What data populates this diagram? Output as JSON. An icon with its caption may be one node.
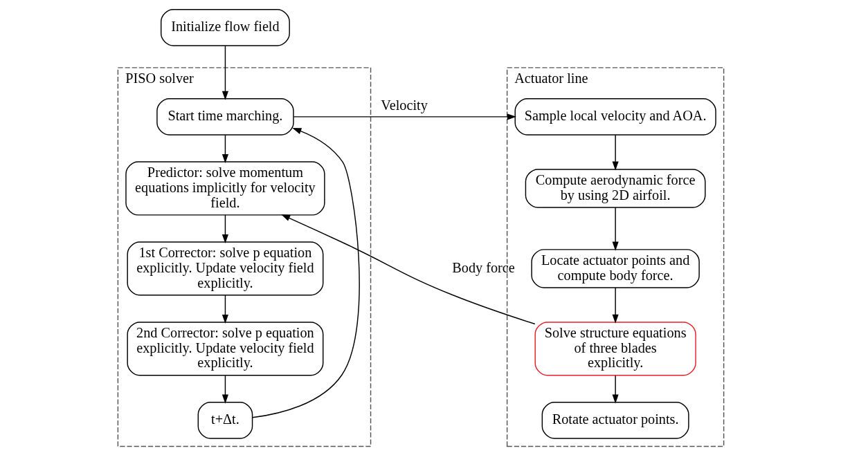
{
  "diagram": {
    "nodes": [
      {
        "text": [
          "Initialize flow field"
        ]
      },
      {
        "text": [
          "PISO solver"
        ]
      },
      {
        "text": [
          "Start time marching."
        ],
        "in": 1
      },
      {
        "text": [
          "Predictor: solve momentum equations implicitly for velocity field."
        ],
        "in": 1
      },
      {
        "text": [
          "1st Corrector: solve p equation explicitly. Update velocity field explicitly."
        ],
        "in": 1
      },
      {
        "text": [
          "2nd Corrector: solve p equation explicitly. Update velocity field explicitly."
        ],
        "in": 1
      },
      {
        "text": [
          "t+Δt."
        ],
        "in": 1
      },
      {
        "text": [
          "Actuator line"
        ]
      },
      {
        "text": [
          "Sample local velocity and AOA."
        ],
        "in": 7
      },
      {
        "text": [
          "Compute aerodynamic force by using 2D airfoil."
        ],
        "in": 7
      },
      {
        "text": [
          "Locate actuator points and compute body force."
        ],
        "in": 7
      },
      {
        "text": [
          "Solve structure equations of three blades explicitly."
        ],
        "in": 7
      },
      {
        "text": [
          "Rotate actuator points."
        ],
        "in": 7
      }
    ],
    "edges": [
      {
        "from": 0,
        "to": 2,
        "arrow": "to"
      },
      {
        "from": 2,
        "to": 3,
        "arrow": "to"
      },
      {
        "from": 3,
        "to": 4,
        "arrow": "to"
      },
      {
        "from": 4,
        "to": 5,
        "arrow": "to"
      },
      {
        "from": 5,
        "to": 6,
        "arrow": "to"
      },
      {
        "from": 6,
        "to": 2,
        "arrow": "to"
      },
      {
        "from": 2,
        "to": 8,
        "arrow": "to",
        "label": "Velocity"
      },
      {
        "from": 8,
        "to": 9,
        "arrow": "to"
      },
      {
        "from": 9,
        "to": 10,
        "arrow": "to"
      },
      {
        "from": 10,
        "to": 11,
        "arrow": "to"
      },
      {
        "from": 11,
        "to": 3,
        "arrow": "to",
        "label": "Body force"
      },
      {
        "from": 11,
        "to": 12,
        "arrow": "to"
      }
    ]
  }
}
